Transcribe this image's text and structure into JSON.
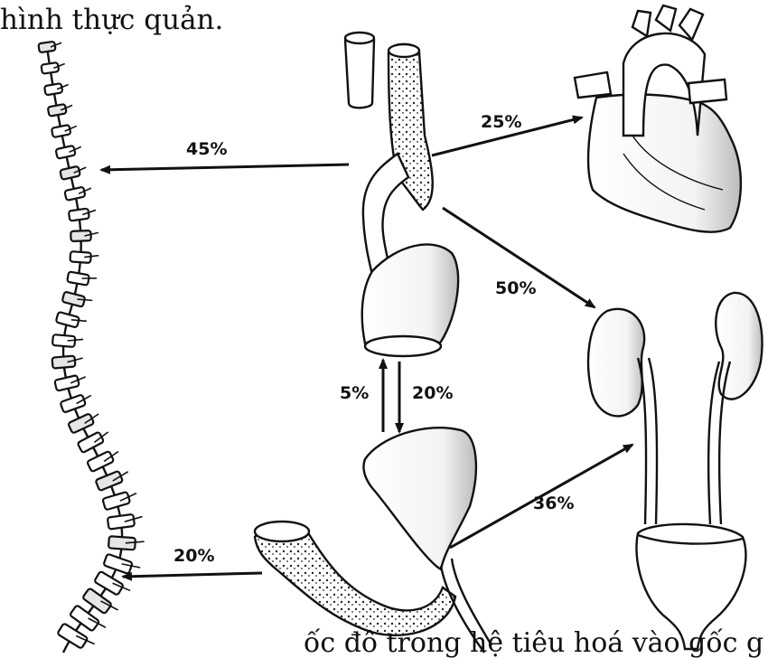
{
  "caption_top": "hình thực quản.",
  "caption_bottom": "ốc đô trong hệ tiêu hoá vào gốc giới đo",
  "labels": {
    "spine_from_esophagus": "45%",
    "to_heart": "25%",
    "to_kidneys": "50%",
    "up_to_esophagus": "5%",
    "down_to_duodenum": "20%",
    "spine_from_duodenum": "20%",
    "duodenum_to_kidneys": "36%"
  }
}
